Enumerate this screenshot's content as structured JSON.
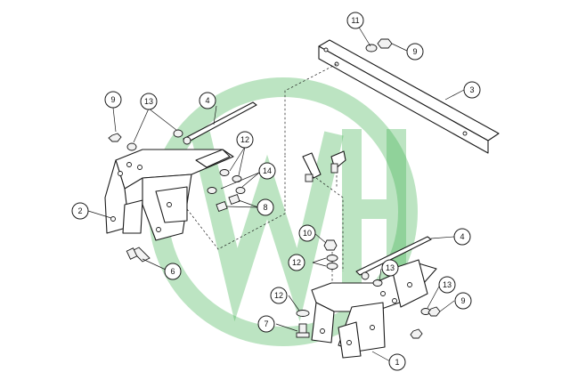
{
  "watermark": {
    "color": "#3fb34f",
    "name": "brand-watermark"
  },
  "callouts": [
    {
      "id": "c-11",
      "label": "11"
    },
    {
      "id": "c-9a",
      "label": "9"
    },
    {
      "id": "c-3",
      "label": "3"
    },
    {
      "id": "c-9b",
      "label": "9"
    },
    {
      "id": "c-13a",
      "label": "13"
    },
    {
      "id": "c-4a",
      "label": "4"
    },
    {
      "id": "c-12a",
      "label": "12"
    },
    {
      "id": "c-14",
      "label": "14"
    },
    {
      "id": "c-8",
      "label": "8"
    },
    {
      "id": "c-2",
      "label": "2"
    },
    {
      "id": "c-6",
      "label": "6"
    },
    {
      "id": "c-10",
      "label": "10"
    },
    {
      "id": "c-4b",
      "label": "4"
    },
    {
      "id": "c-12b",
      "label": "12"
    },
    {
      "id": "c-13b",
      "label": "13"
    },
    {
      "id": "c-13c",
      "label": "13"
    },
    {
      "id": "c-9c",
      "label": "9"
    },
    {
      "id": "c-12c",
      "label": "12"
    },
    {
      "id": "c-7",
      "label": "7"
    },
    {
      "id": "c-1",
      "label": "1"
    }
  ]
}
